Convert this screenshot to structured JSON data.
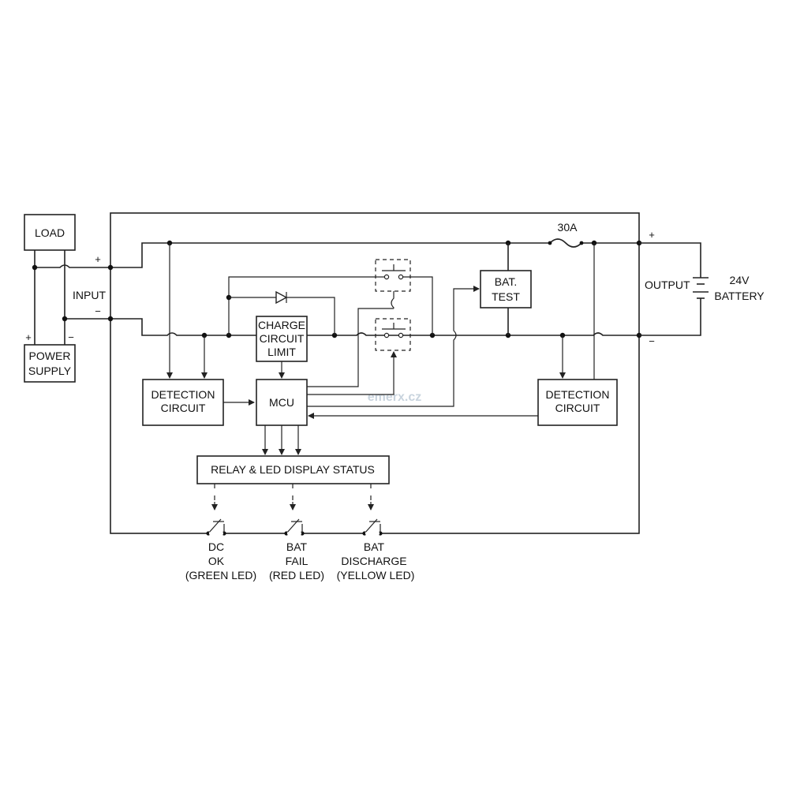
{
  "blocks": {
    "load": "LOAD",
    "power_supply": [
      "POWER",
      "SUPPLY"
    ],
    "charge_limit": [
      "CHARGE",
      "CIRCUIT",
      "LIMIT"
    ],
    "mcu": "MCU",
    "bat_test": [
      "BAT.",
      "TEST"
    ],
    "detection_left": [
      "DETECTION",
      "CIRCUIT"
    ],
    "detection_right": [
      "DETECTION",
      "CIRCUIT"
    ],
    "relay_led": "RELAY & LED DISPLAY STATUS"
  },
  "labels": {
    "input": "INPUT",
    "output": "OUTPUT",
    "fuse": "30A",
    "battery": [
      "24V",
      "BATTERY"
    ],
    "plus": "+",
    "minus": "−"
  },
  "outputs": [
    {
      "lines": [
        "DC",
        "OK",
        "(GREEN LED)"
      ]
    },
    {
      "lines": [
        "BAT",
        "FAIL",
        "(RED LED)"
      ]
    },
    {
      "lines": [
        "BAT",
        "DISCHARGE",
        "(YELLOW LED)"
      ]
    }
  ],
  "watermark": "emerx.cz"
}
